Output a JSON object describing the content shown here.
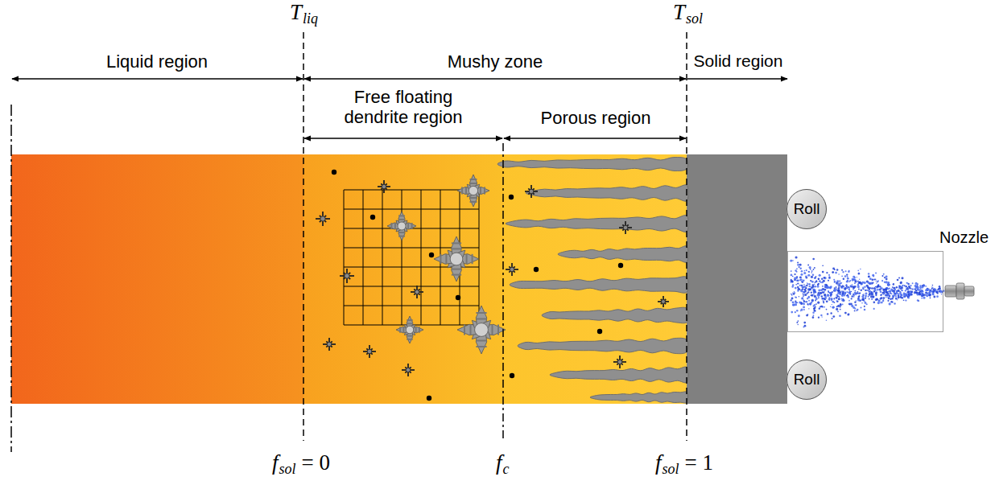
{
  "diagram": {
    "nodes": [
      {
        "text": [
          "Roll"
        ]
      },
      {
        "text": [
          "Nozzle"
        ]
      },
      {
        "text": [
          "Roll"
        ]
      }
    ],
    "labels": [
      "T",
      "liq",
      "T",
      "sol",
      "Liquid region",
      "Mushy zone",
      "Solid region",
      "Free floating dendrite region",
      "Porous region",
      "f",
      "sol",
      "= 0",
      "f",
      "c",
      "f",
      "sol",
      "= 1"
    ]
  }
}
